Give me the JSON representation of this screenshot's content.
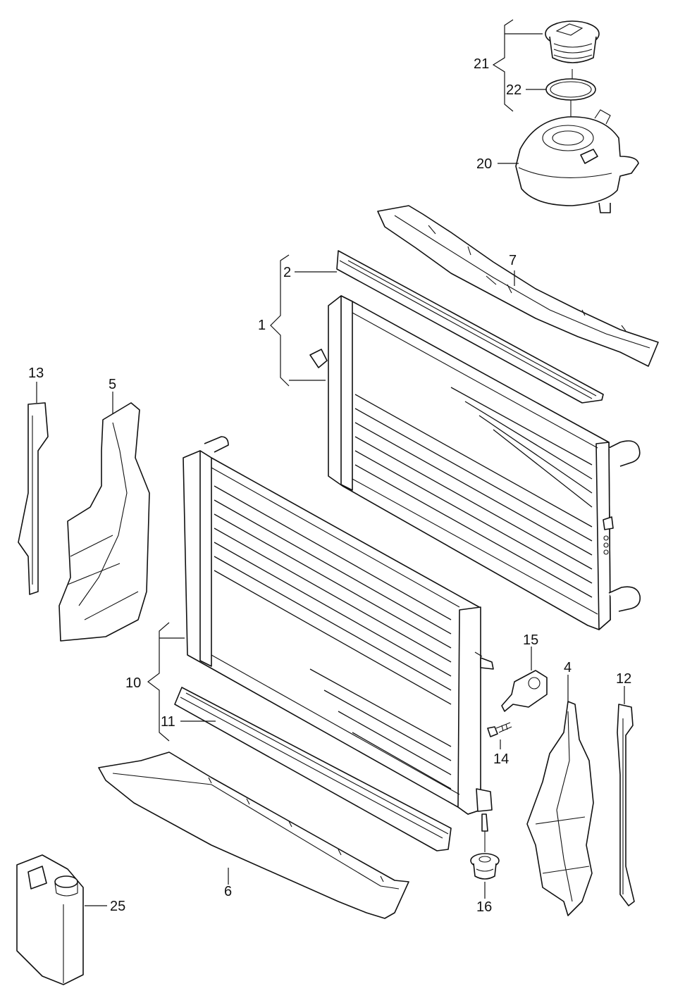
{
  "callouts": {
    "c1": "1",
    "c2": "2",
    "c4": "4",
    "c5": "5",
    "c6": "6",
    "c7": "7",
    "c10": "10",
    "c11": "11",
    "c12": "12",
    "c13": "13",
    "c14": "14",
    "c15": "15",
    "c16": "16",
    "c20": "20",
    "c21": "21",
    "c22": "22",
    "c25": "25"
  }
}
